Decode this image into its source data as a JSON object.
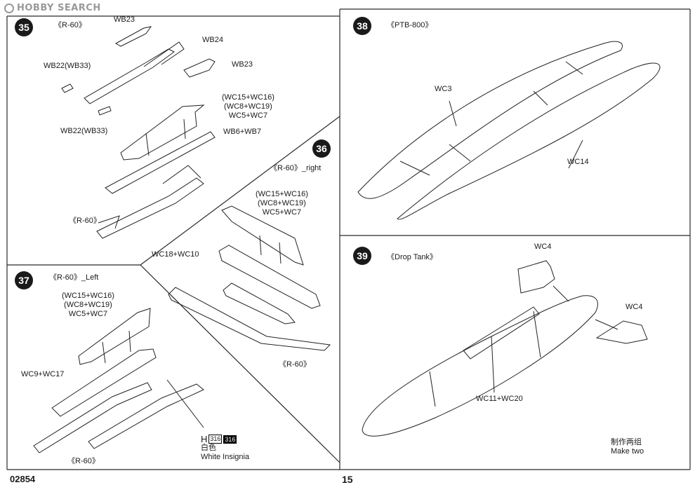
{
  "header": {
    "logo_text": "HOBBY SEARCH"
  },
  "steps": {
    "s35": {
      "number": "35",
      "title": "《R-60》"
    },
    "s36": {
      "number": "36",
      "title": "《R-60》_right"
    },
    "s37": {
      "number": "37",
      "title": "《R-60》_Left"
    },
    "s38": {
      "number": "38",
      "title": "《PTB-800》"
    },
    "s39": {
      "number": "39",
      "title": "《Drop Tank》"
    }
  },
  "labels": {
    "wb23_top": "WB23",
    "wb24": "WB24",
    "wb23_right": "WB23",
    "wb22_top": "WB22(WB33)",
    "wb22_bottom": "WB22(WB33)",
    "s35_group": [
      "(WC15+WC16)",
      "(WC8+WC19)",
      "WC5+WC7"
    ],
    "wb6": "WB6+WB7",
    "r60_35": "《R-60》",
    "s36_group": [
      "(WC15+WC16)",
      "(WC8+WC19)",
      "WC5+WC7"
    ],
    "wc18": "WC18+WC10",
    "r60_36": "《R-60》",
    "s37_group": [
      "(WC15+WC16)",
      "(WC8+WC19)",
      "WC5+WC7"
    ],
    "wc9": "WC9+WC17",
    "r60_37": "《R-60》",
    "wc3": "WC3",
    "wc14": "WC14",
    "wc4_top": "WC4",
    "wc4_right": "WC4",
    "wc11": "WC11+WC20",
    "make_two_cn": "制作两组",
    "make_two_en": "Make two"
  },
  "paint": {
    "prefix": "H",
    "code1": "316",
    "code2": "316",
    "name_cn": "白色",
    "name_en": "White Insignia"
  },
  "footer": {
    "code": "02854",
    "page": "15"
  }
}
